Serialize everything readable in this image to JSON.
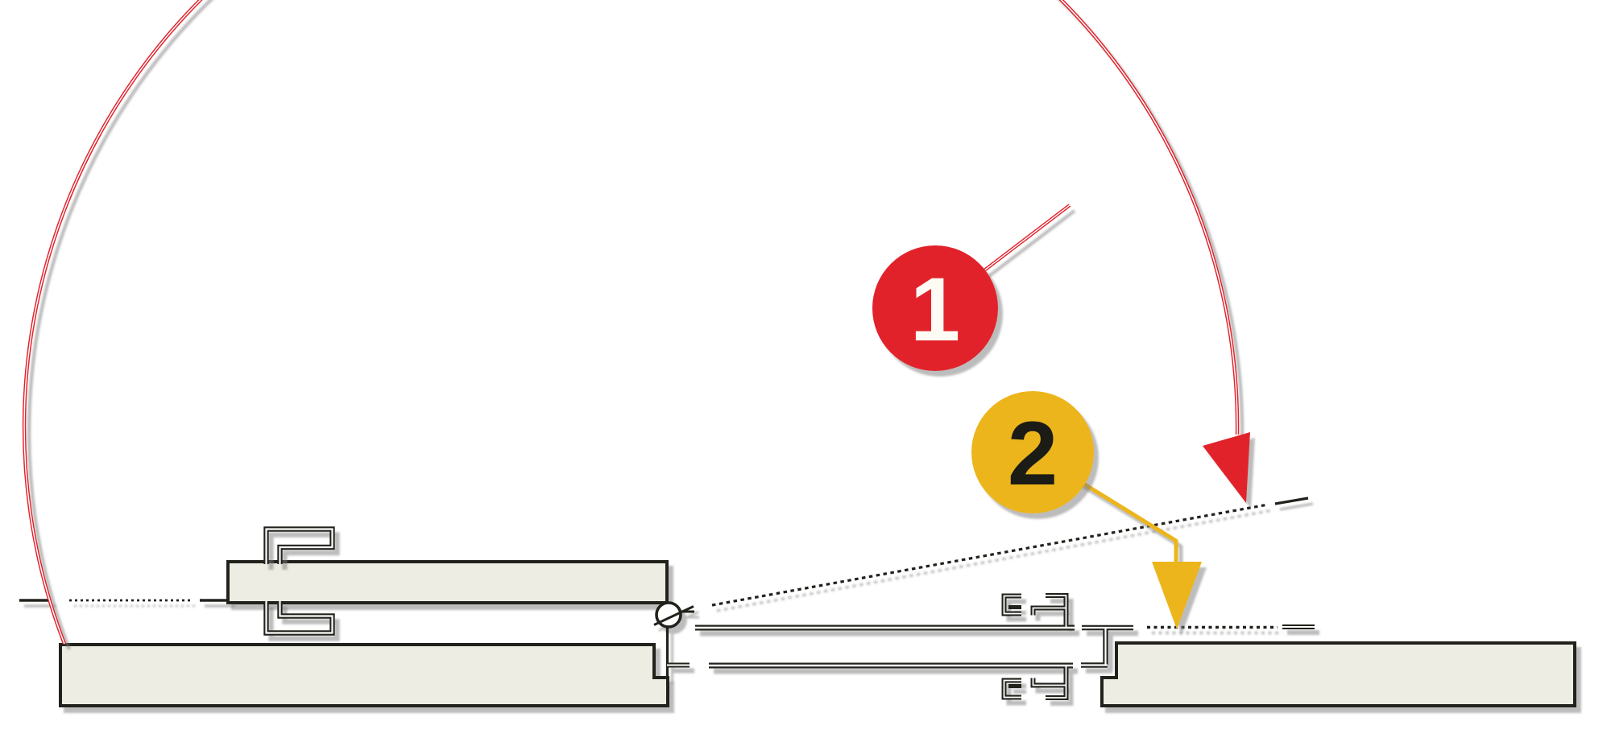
{
  "diagram": {
    "kind": "technical-section-swing-diagram",
    "callouts": [
      {
        "label": "1",
        "circle_fill": "#e2202a",
        "label_color": "#fdfbf4"
      },
      {
        "label": "2",
        "circle_fill": "#ecb51c",
        "label_color": "#1d1a12"
      }
    ],
    "colors": {
      "red": "#e2202a",
      "yellow": "#ecb51c",
      "line": "#20201e",
      "wall_fill": "#eeede3",
      "white_core": "#ffffff",
      "shadow": "#7a7a7a",
      "background": "#ffffff"
    }
  }
}
